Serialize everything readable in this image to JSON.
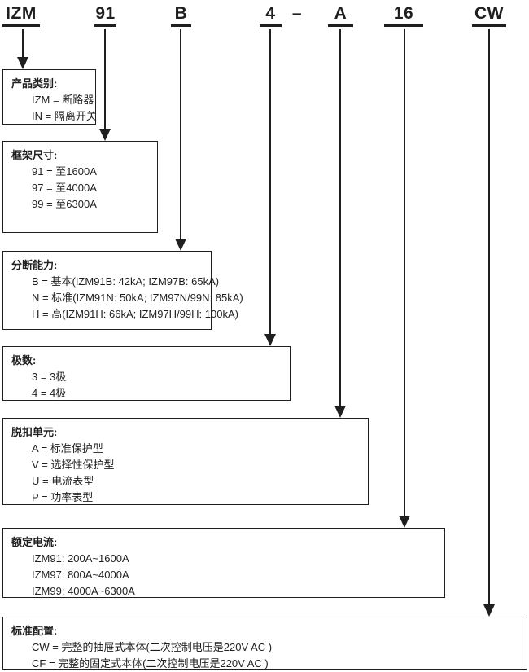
{
  "header": {
    "codes": [
      {
        "label": "IZM"
      },
      {
        "label": "91"
      },
      {
        "label": "B"
      },
      {
        "label": "4"
      },
      {
        "label": "A"
      },
      {
        "label": "16"
      },
      {
        "label": "CW"
      }
    ],
    "separator": "–"
  },
  "boxes": [
    {
      "title": "产品类别:",
      "items": [
        "IZM = 断路器",
        "IN = 隔离开关"
      ]
    },
    {
      "title": "框架尺寸:",
      "items": [
        "91 = 至1600A",
        "97 = 至4000A",
        "99 = 至6300A"
      ]
    },
    {
      "title": "分断能力:",
      "items": [
        "B = 基本(IZM91B: 42kA;  IZM97B: 65kA)",
        "N = 标准(IZM91N: 50kA;  IZM97N/99N: 85kA)",
        "H = 高(IZM91H: 66kA;  IZM97H/99H: 100kA)"
      ]
    },
    {
      "title": "极数:",
      "items": [
        "3 = 3极",
        "4 = 4极"
      ]
    },
    {
      "title": "脱扣单元:",
      "items": [
        "A = 标准保护型",
        "V = 选择性保护型",
        "U = 电流表型",
        "P = 功率表型"
      ]
    },
    {
      "title": "额定电流:",
      "items": [
        "IZM91: 200A~1600A",
        "IZM97: 800A~4000A",
        "IZM99: 4000A~6300A"
      ]
    },
    {
      "title": "标准配置:",
      "items": [
        "CW = 完整的抽屉式本体(二次控制电压是220V AC )",
        "CF = 完整的固定式本体(二次控制电压是220V AC )"
      ]
    }
  ],
  "colors": {
    "ink": "#1f1f1f",
    "background": "#ffffff"
  }
}
